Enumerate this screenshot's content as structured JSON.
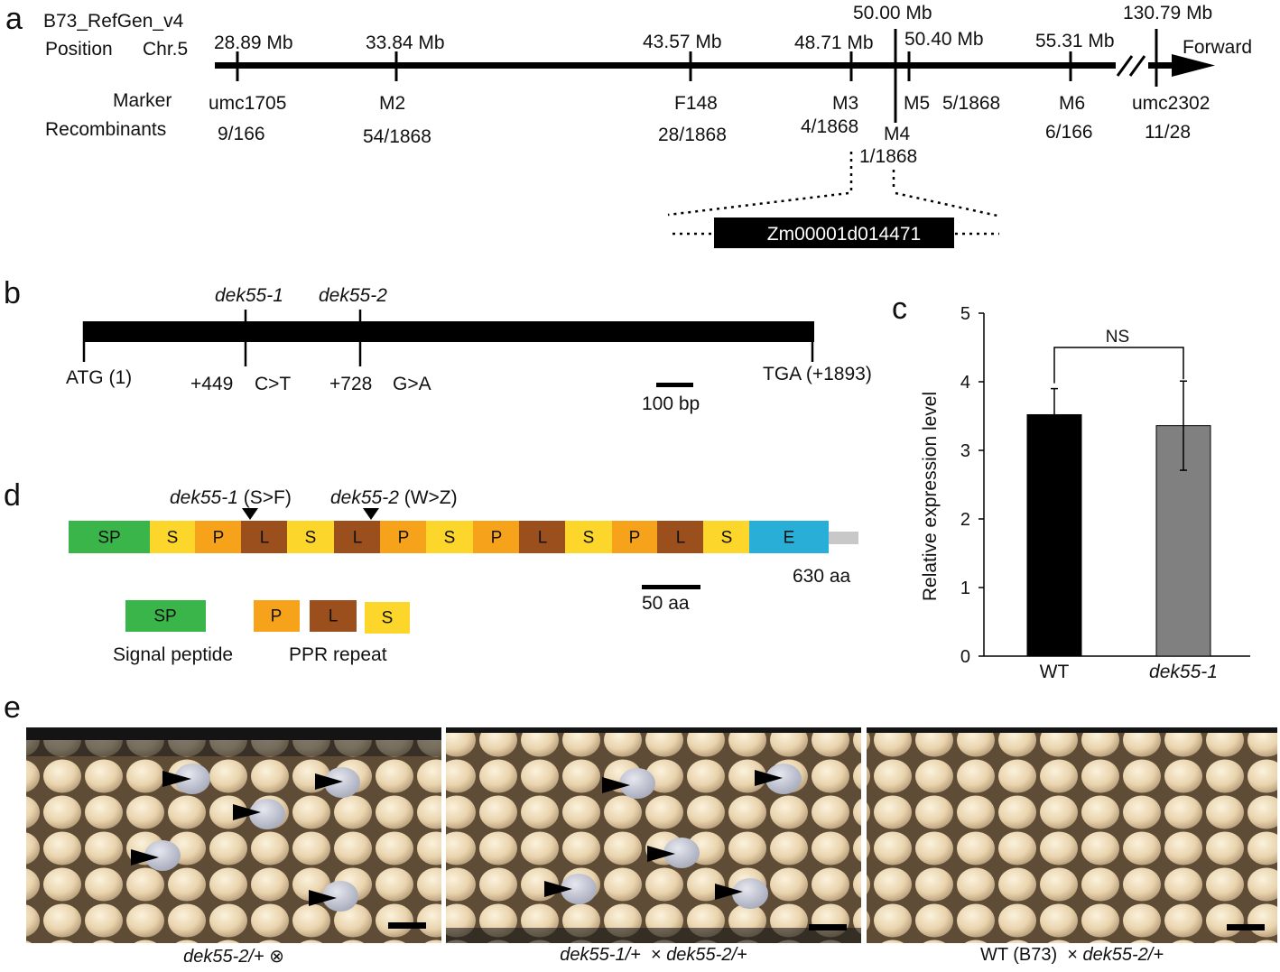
{
  "panels": {
    "a": {
      "label": "a",
      "reference": "B73_RefGen_v4",
      "position_label": "Position",
      "chromosome": "Chr.5",
      "marker_label": "Marker",
      "recombinants_label": "Recombinants",
      "direction": "Forward",
      "markers": [
        {
          "name": "umc1705",
          "position": "28.89 Mb",
          "recombinants": "9/166"
        },
        {
          "name": "M2",
          "position": "33.84 Mb",
          "recombinants": "54/1868"
        },
        {
          "name": "F148",
          "position": "43.57 Mb",
          "recombinants": "28/1868"
        },
        {
          "name": "M3",
          "position": "48.71 Mb",
          "recombinants": "4/1868"
        },
        {
          "name": "M4",
          "position": "50.00 Mb",
          "recombinants": "1/1868"
        },
        {
          "name": "M5",
          "position": "50.40 Mb",
          "recombinants": "5/1868"
        },
        {
          "name": "M6",
          "position": "55.31 Mb",
          "recombinants": "6/166"
        },
        {
          "name": "umc2302",
          "position": "130.79 Mb",
          "recombinants": "11/28"
        }
      ],
      "gene": "Zm00001d014471"
    },
    "b": {
      "label": "b",
      "start": "ATG (1)",
      "stop": "TGA (+1893)",
      "mutations": [
        {
          "allele": "dek55-1",
          "position": "+449",
          "change": "C>T"
        },
        {
          "allele": "dek55-2",
          "position": "+728",
          "change": "G>A"
        }
      ],
      "scale_bar": "100 bp"
    },
    "c": {
      "label": "c",
      "significance": "NS"
    },
    "d": {
      "label": "d",
      "mutations": [
        {
          "allele": "dek55-1",
          "change": "(S>F)"
        },
        {
          "allele": "dek55-2",
          "change": "(W>Z)"
        }
      ],
      "domains": [
        "SP",
        "S",
        "P",
        "L",
        "S",
        "L",
        "P",
        "S",
        "P",
        "L",
        "S",
        "P",
        "L",
        "S",
        "E"
      ],
      "length": "630 aa",
      "scale_bar": "50 aa",
      "legend": {
        "sp_box": "SP",
        "sp_text": "Signal peptide",
        "ppr_boxes": [
          "P",
          "L",
          "S"
        ],
        "ppr_text": "PPR repeat"
      },
      "colors": {
        "SP": "#3ab54a",
        "S": "#fcd62a",
        "P": "#f7a21b",
        "L": "#9b4f1d",
        "E": "#29aed8",
        "tail": "#c8c8c8"
      }
    },
    "e": {
      "label": "e",
      "captions": [
        {
          "genotype": "dek55-2/+",
          "suffix": "⊗"
        },
        {
          "genotype1": "dek55-1/+",
          "cross": "×",
          "genotype2": "dek55-2/+"
        },
        {
          "prefix": "WT (B73)",
          "cross": "×",
          "genotype": "dek55-2/+"
        }
      ]
    }
  },
  "chart_data": {
    "type": "bar",
    "categories": [
      "WT",
      "dek55-1"
    ],
    "values": [
      3.52,
      3.36
    ],
    "errors": [
      0.38,
      0.65
    ],
    "colors": [
      "#000000",
      "#808080"
    ],
    "ylabel": "Relative expression level",
    "ylim": [
      0,
      5
    ],
    "yticks": [
      "0",
      "1",
      "2",
      "3",
      "4",
      "5"
    ],
    "annotation": "NS"
  }
}
